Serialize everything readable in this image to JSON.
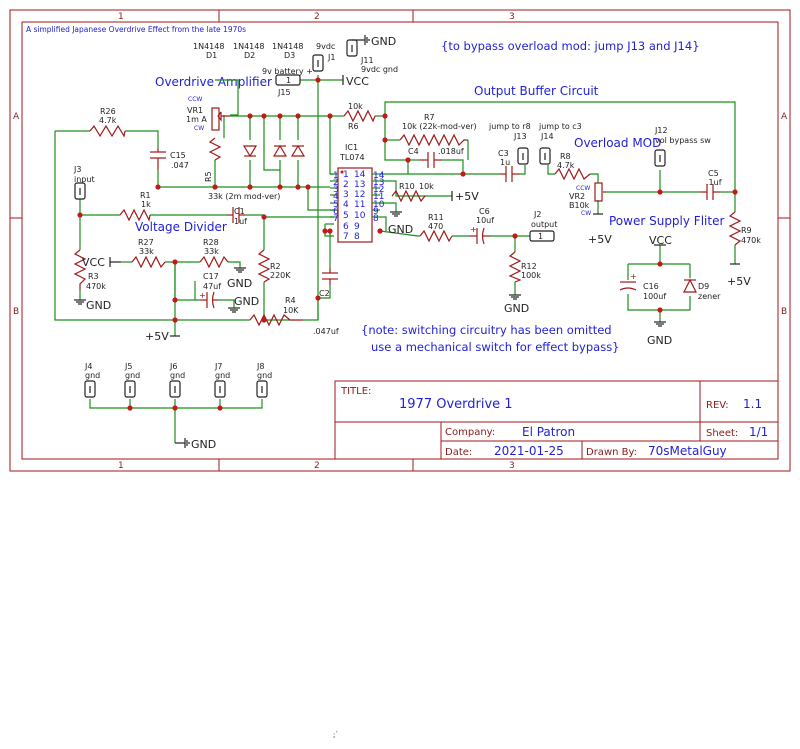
{
  "header_note": "A simplified Japanese Overdrive Effect from the late 1970s",
  "border": {
    "cols": [
      "1",
      "2",
      "3"
    ],
    "rows": [
      "A",
      "B"
    ]
  },
  "sections": {
    "overdrive": "Overdrive Amplifier",
    "output_buffer": "Output Buffer Circuit",
    "voltage_divider": "Voltage Divider",
    "overload_mod": "Overload MOD",
    "power_filter": "Power Supply Fliter"
  },
  "notes": {
    "bypass_mod": "{to bypass overload mod: jump J13 and J14}",
    "switch_line1": "{note: switching circuitry has been omitted",
    "switch_line2": "use a mechanical switch for effect bypass}"
  },
  "power_labels": {
    "vcc": "VCC",
    "gnd": "GND",
    "plus5": "+5V"
  },
  "components": {
    "d1": {
      "part": "1N4148",
      "ref": "D1"
    },
    "d2": {
      "part": "1N4148",
      "ref": "D2"
    },
    "d3": {
      "part": "1N4148",
      "ref": "D3"
    },
    "j1": {
      "ref": "J1",
      "value": "9vdc"
    },
    "j11": {
      "ref": "J11",
      "value": "9vdc gnd"
    },
    "j15": {
      "ref": "J15",
      "value": "9v battery +",
      "pin": "1"
    },
    "vr1": {
      "ref": "VR1",
      "value": "1m A",
      "ccw": "CCW",
      "cw": "CW"
    },
    "r26": {
      "ref": "R26",
      "value": "4.7k"
    },
    "r6": {
      "ref": "R6",
      "value": "10k"
    },
    "r7": {
      "ref": "R7",
      "value": "10k (22k-mod-ver)"
    },
    "c15": {
      "ref": "C15",
      "value": ".047"
    },
    "r5": {
      "ref": "R5",
      "value": "33k (2m mod-ver)"
    },
    "c4": {
      "ref": "C4",
      "value": ".018uf"
    },
    "c3": {
      "ref": "C3",
      "value": "1u"
    },
    "ic1": {
      "ref": "IC1",
      "value": "TL074",
      "pins_left": [
        "1",
        "2",
        "3",
        "4",
        "5",
        "6",
        "7"
      ],
      "pins_right": [
        "14",
        "13",
        "12",
        "11",
        "10",
        "9",
        "8"
      ]
    },
    "j3": {
      "ref": "J3",
      "value": "input"
    },
    "r1": {
      "ref": "R1",
      "value": "1k"
    },
    "c1": {
      "ref": "C1",
      "value": "1uf"
    },
    "r10": {
      "ref": "R10",
      "value": "10k"
    },
    "r11": {
      "ref": "R11",
      "value": "470"
    },
    "c6": {
      "ref": "C6",
      "value": "10uf"
    },
    "j2": {
      "ref": "J2",
      "value": "output",
      "pin": "1"
    },
    "r12": {
      "ref": "R12",
      "value": "100k"
    },
    "j13": {
      "ref": "J13",
      "value": "jump to r8"
    },
    "j14": {
      "ref": "J14",
      "value": "jump to c3"
    },
    "r8": {
      "ref": "R8",
      "value": "4.7k"
    },
    "vr2": {
      "ref": "VR2",
      "value": "B10k",
      "ccw": "CCW",
      "cw": "CW"
    },
    "j12": {
      "ref": "J12",
      "value": "vol bypass sw"
    },
    "c5": {
      "ref": "C5",
      "value": ".1uf"
    },
    "r9": {
      "ref": "R9",
      "value": "470k"
    },
    "r27": {
      "ref": "R27",
      "value": "33k"
    },
    "r28": {
      "ref": "R28",
      "value": "33k"
    },
    "c17": {
      "ref": "C17",
      "value": "47uf"
    },
    "r2": {
      "ref": "R2",
      "value": "220K"
    },
    "r3": {
      "ref": "R3",
      "value": "470k"
    },
    "r4": {
      "ref": "R4",
      "value": "10K"
    },
    "c2": {
      "ref": "C2",
      "value": ".047uf"
    },
    "c16": {
      "ref": "C16",
      "value": "100uf"
    },
    "d9": {
      "ref": "D9",
      "value": "zener"
    },
    "j4": {
      "ref": "J4",
      "value": "gnd"
    },
    "j5": {
      "ref": "J5",
      "value": "gnd"
    },
    "j6": {
      "ref": "J6",
      "value": "gnd"
    },
    "j7": {
      "ref": "J7",
      "value": "gnd"
    },
    "j8": {
      "ref": "J8",
      "value": "gnd"
    }
  },
  "title_block": {
    "title_label": "TITLE:",
    "title": "1977 Overdrive 1",
    "rev_label": "REV:",
    "rev": "1.1",
    "company_label": "Company:",
    "company": "El Patron",
    "sheet_label": "Sheet:",
    "sheet": "1/1",
    "date_label": "Date:",
    "date": "2021-01-25",
    "drawn_label": "Drawn By:",
    "drawn_by": "70sMetalGuy"
  },
  "footer_mark": ";`"
}
